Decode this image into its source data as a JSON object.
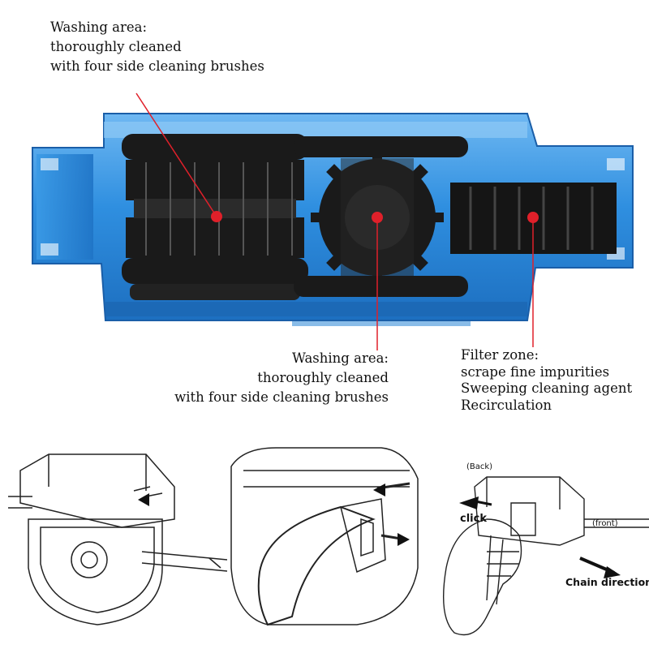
{
  "callouts": {
    "top": {
      "line1": "Washing area:",
      "line2": "thoroughly cleaned",
      "line3": "with four side cleaning brushes"
    },
    "middle": {
      "line1": "Washing area:",
      "line2": "thoroughly cleaned",
      "line3": "with four side cleaning brushes"
    },
    "filter": {
      "line1": "Filter zone:",
      "line2": "scrape fine impurities",
      "line3": "Sweeping cleaning agent",
      "line4": "Recirculation"
    }
  },
  "diagram_labels": {
    "back": "(Back)",
    "click": "click",
    "front": "(front)",
    "chain_direction": "Chain direction"
  },
  "colors": {
    "housing_blue": "#2f8fe0",
    "housing_dark": "#1d6fc0",
    "brush_black": "#1a1a1a",
    "marker_red": "#e0202a"
  }
}
